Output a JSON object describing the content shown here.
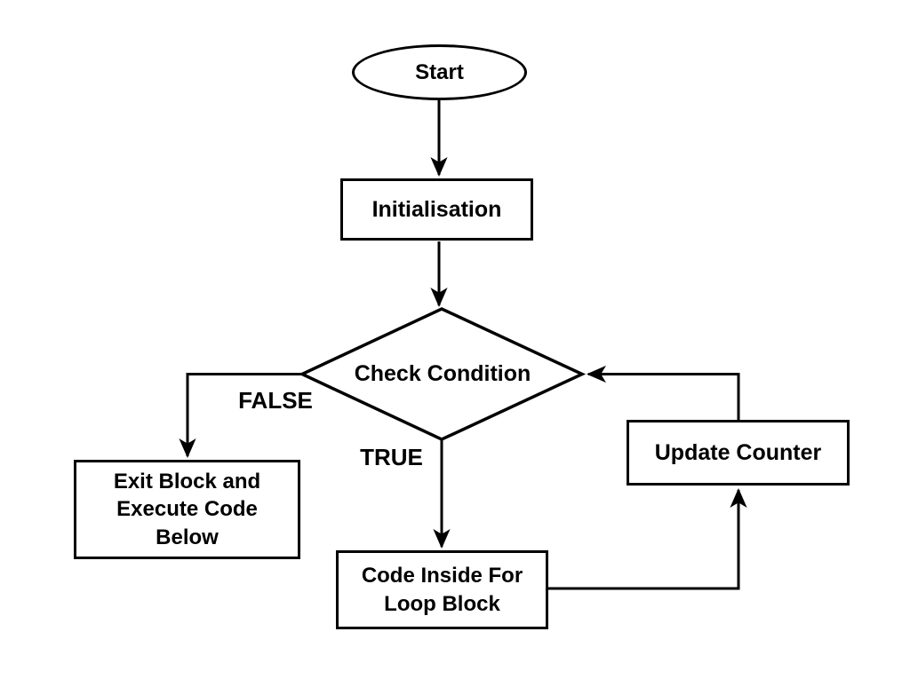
{
  "flowchart": {
    "nodes": {
      "start": {
        "label": "Start",
        "shape": "ellipse"
      },
      "initialisation": {
        "label": "Initialisation",
        "shape": "rect"
      },
      "check_condition": {
        "label": "Check Condition",
        "shape": "diamond"
      },
      "exit_block": {
        "lines": [
          "Exit Block and",
          "Execute Code",
          "Below"
        ],
        "shape": "rect"
      },
      "code_inside_loop": {
        "lines": [
          "Code Inside For",
          "Loop Block"
        ],
        "shape": "rect"
      },
      "update_counter": {
        "label": "Update Counter",
        "shape": "rect"
      }
    },
    "edges": [
      {
        "from": "start",
        "to": "initialisation",
        "label": ""
      },
      {
        "from": "initialisation",
        "to": "check_condition",
        "label": ""
      },
      {
        "from": "check_condition",
        "to": "exit_block",
        "label": "FALSE"
      },
      {
        "from": "check_condition",
        "to": "code_inside_loop",
        "label": "TRUE"
      },
      {
        "from": "code_inside_loop",
        "to": "update_counter",
        "label": ""
      },
      {
        "from": "update_counter",
        "to": "check_condition",
        "label": ""
      }
    ],
    "colors": {
      "stroke": "#000000",
      "node_fill": "#ffffff",
      "text": "#000000",
      "background": "#ffffff"
    }
  }
}
